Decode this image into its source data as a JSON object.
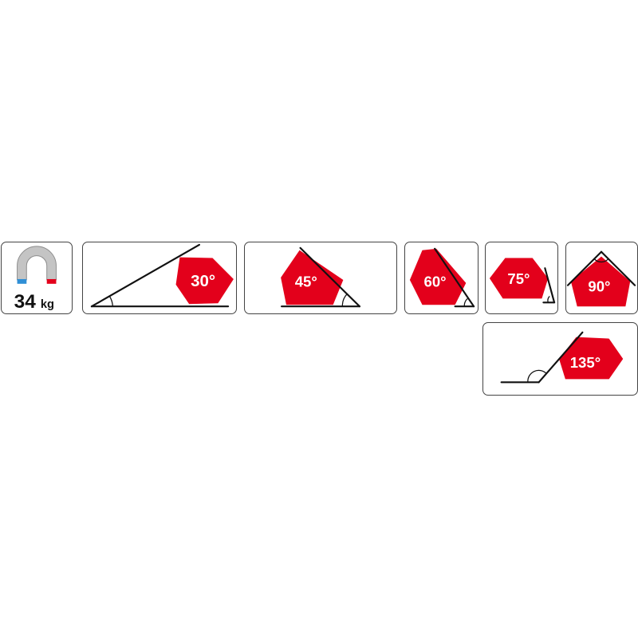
{
  "colors": {
    "red": "#e3001b",
    "border": "#444444",
    "ink": "#111111",
    "magnet_gray": "#b8b8b8",
    "magnet_blue": "#2f8fd6",
    "magnet_red": "#e3001b"
  },
  "icons": {
    "magnet": "horseshoe-magnet-icon"
  },
  "capacity": {
    "value": "34",
    "unit": "kg"
  },
  "angles": {
    "a30": "30°",
    "a45": "45°",
    "a60": "60°",
    "a75": "75°",
    "a90": "90°",
    "a135": "135°"
  }
}
